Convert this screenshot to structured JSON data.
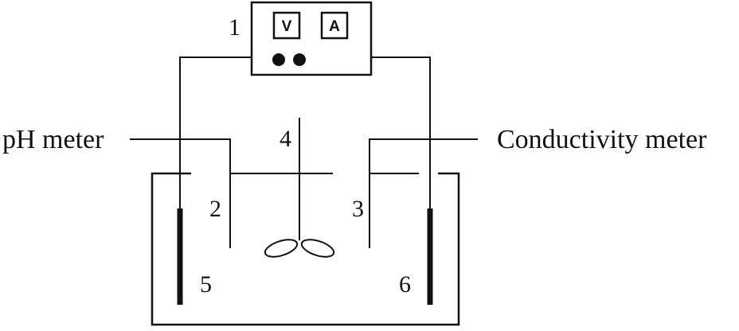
{
  "labels": {
    "ph_meter": "pH meter",
    "conductivity_meter": "Conductivity meter",
    "power_supply_number": "1",
    "ph_probe_number": "2",
    "conductivity_probe_number": "3",
    "stirrer_number": "4",
    "electrode_left_number": "5",
    "electrode_right_number": "6"
  },
  "power_supply": {
    "voltmeter_label": "V",
    "ammeter_label": "A"
  },
  "colors": {
    "line": "#111111",
    "background": "#ffffff"
  }
}
